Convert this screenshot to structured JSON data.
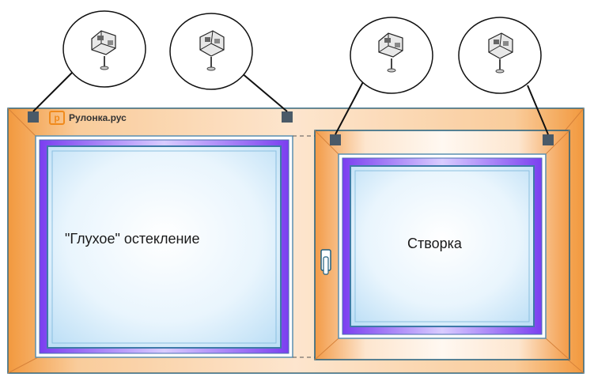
{
  "brand": {
    "name": "Рулонка.рус",
    "color": "#f08a1c"
  },
  "labels": {
    "fixed_glazing": "\"Глухое\" остекление",
    "sash": "Створка"
  },
  "colors": {
    "frame_orange": "#f2993f",
    "glass": "#d6ecfb",
    "seal": "#7b3ff0",
    "bracket": "#4a5a68",
    "line": "#1a1a1a"
  },
  "icons": {
    "bracket": "mounting-bracket-icon"
  },
  "callouts": [
    {
      "id": "bracket-1",
      "icon": "mounting-bracket-icon"
    },
    {
      "id": "bracket-2",
      "icon": "mounting-bracket-icon"
    },
    {
      "id": "bracket-3",
      "icon": "mounting-bracket-icon"
    },
    {
      "id": "bracket-4",
      "icon": "mounting-bracket-icon"
    }
  ]
}
